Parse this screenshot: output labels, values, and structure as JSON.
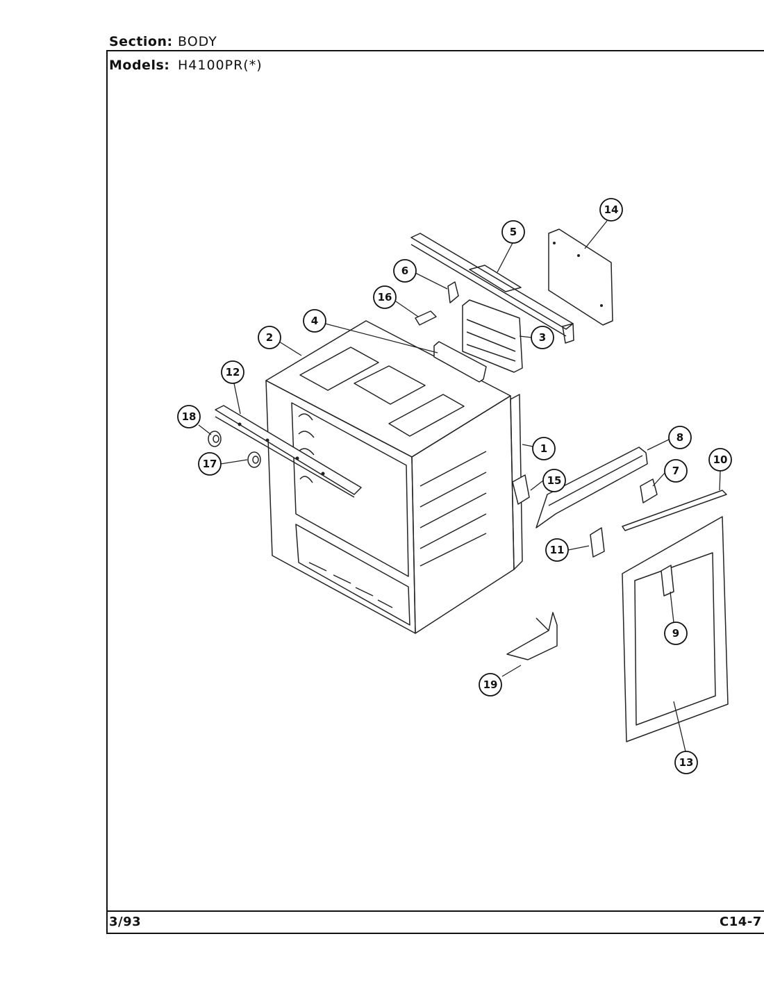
{
  "header": {
    "section_label": "Section:",
    "section_value": "BODY",
    "models_label": "Models:",
    "models_value": "H4100PR(*)"
  },
  "footer": {
    "date": "3/93",
    "page_code": "C14-7"
  },
  "callouts": [
    {
      "id": "1",
      "label": "1"
    },
    {
      "id": "2",
      "label": "2"
    },
    {
      "id": "3",
      "label": "3"
    },
    {
      "id": "4",
      "label": "4"
    },
    {
      "id": "5",
      "label": "5"
    },
    {
      "id": "6",
      "label": "6"
    },
    {
      "id": "7",
      "label": "7"
    },
    {
      "id": "8",
      "label": "8"
    },
    {
      "id": "9",
      "label": "9"
    },
    {
      "id": "10",
      "label": "10"
    },
    {
      "id": "11",
      "label": "11"
    },
    {
      "id": "12",
      "label": "12"
    },
    {
      "id": "13",
      "label": "13"
    },
    {
      "id": "14",
      "label": "14"
    },
    {
      "id": "15",
      "label": "15"
    },
    {
      "id": "16",
      "label": "16"
    },
    {
      "id": "17",
      "label": "17"
    },
    {
      "id": "18",
      "label": "18"
    },
    {
      "id": "19",
      "label": "19"
    }
  ]
}
